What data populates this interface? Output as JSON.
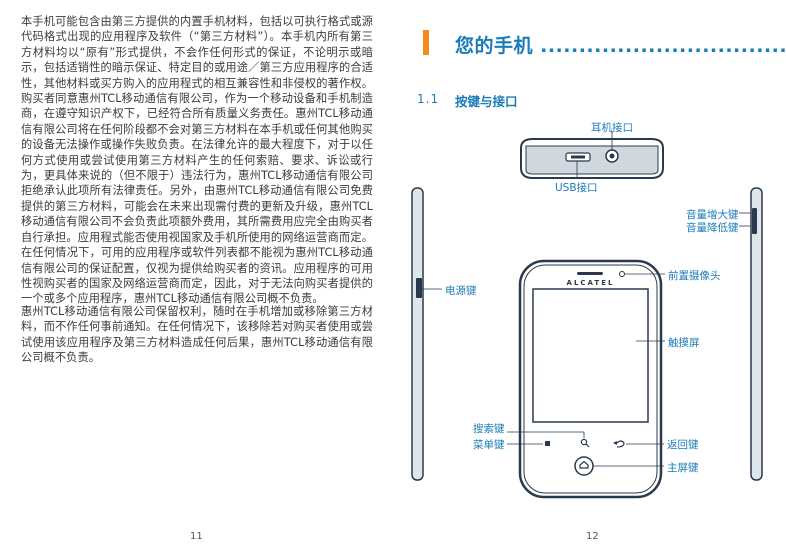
{
  "left_page": {
    "paragraphs": [
      "本手机可能包含由第三方提供的内置手机材料，包括以可执行格式或源代码格式出现的应用程序及软件（“第三方材料”）。本手机内所有第三方材料均以“原有”形式提供，不会作任何形式的保证，不论明示或暗示，包括适销性的暗示保证、特定目的或用途／第三方应用程序的合适性，其他材料或买方购入的应用程式的相互兼容性和非侵权的著作权。购买者同意惠州TCL移动通信有限公司，作为一个移动设备和手机制造商，在遵守知识产权下，已经符合所有质量义务责任。惠州TCL移动通信有限公司将在任何阶段都不会对第三方材料在本手机或任何其他购买的设备无法操作或操作失败负责。在法律允许的最大程度下，对于以任何方式使用或尝试使用第三方材料产生的任何索赔、要求、诉讼或行为，更具体来说的（但不限于）违法行为，惠州TCL移动通信有限公司拒绝承认此项所有法律责任。另外，由惠州TCL移动通信有限公司免费提供的第三方材料，可能会在未来出现需付费的更新及升级，惠州TCL移动通信有限公司不会负责此项额外费用，其所需费用应完全由购买者自行承担。应用程式能否使用视国家及手机所使用的网络运营商而定。在任何情况下，可用的应用程序或软件列表都不能视为惠州TCL移动通信有限公司的保证配置，仅视为提供给购买者的资讯。应用程序的可用性视购买者的国家及网络运营商而定，因此，对于无法向购买者提供的一个或多个应用程序，惠州TCL移动通信有限公司概不负责。",
      "惠州TCL移动通信有限公司保留权利，随时在手机增加或移除第三方材料，而不作任何事前通知。在任何情况下，该移除若对购买者使用或尝试使用该应用程序及第三方材料造成任何后果，惠州TCL移动通信有限公司概不负责。"
    ],
    "page_number": "11"
  },
  "right_page": {
    "chapter_title": "您的手机 ...................................",
    "section_number": "1.1",
    "section_title": "按键与接口",
    "labels": {
      "headset_jack": "耳机接口",
      "usb_port": "USB接口",
      "volume_up": "音量增大键",
      "volume_down": "音量降低键",
      "front_camera": "前置摄像头",
      "power_key": "电源键",
      "touchscreen": "触摸屏",
      "search_key": "搜索键",
      "menu_key": "菜单键",
      "back_key": "返回键",
      "home_key": "主屏键"
    },
    "brand": "ALCATEL",
    "page_number": "12"
  },
  "colors": {
    "accent_blue": "#1b7cb8",
    "accent_orange": "#f28c1e",
    "phone_dark": "#2a3a4e"
  }
}
